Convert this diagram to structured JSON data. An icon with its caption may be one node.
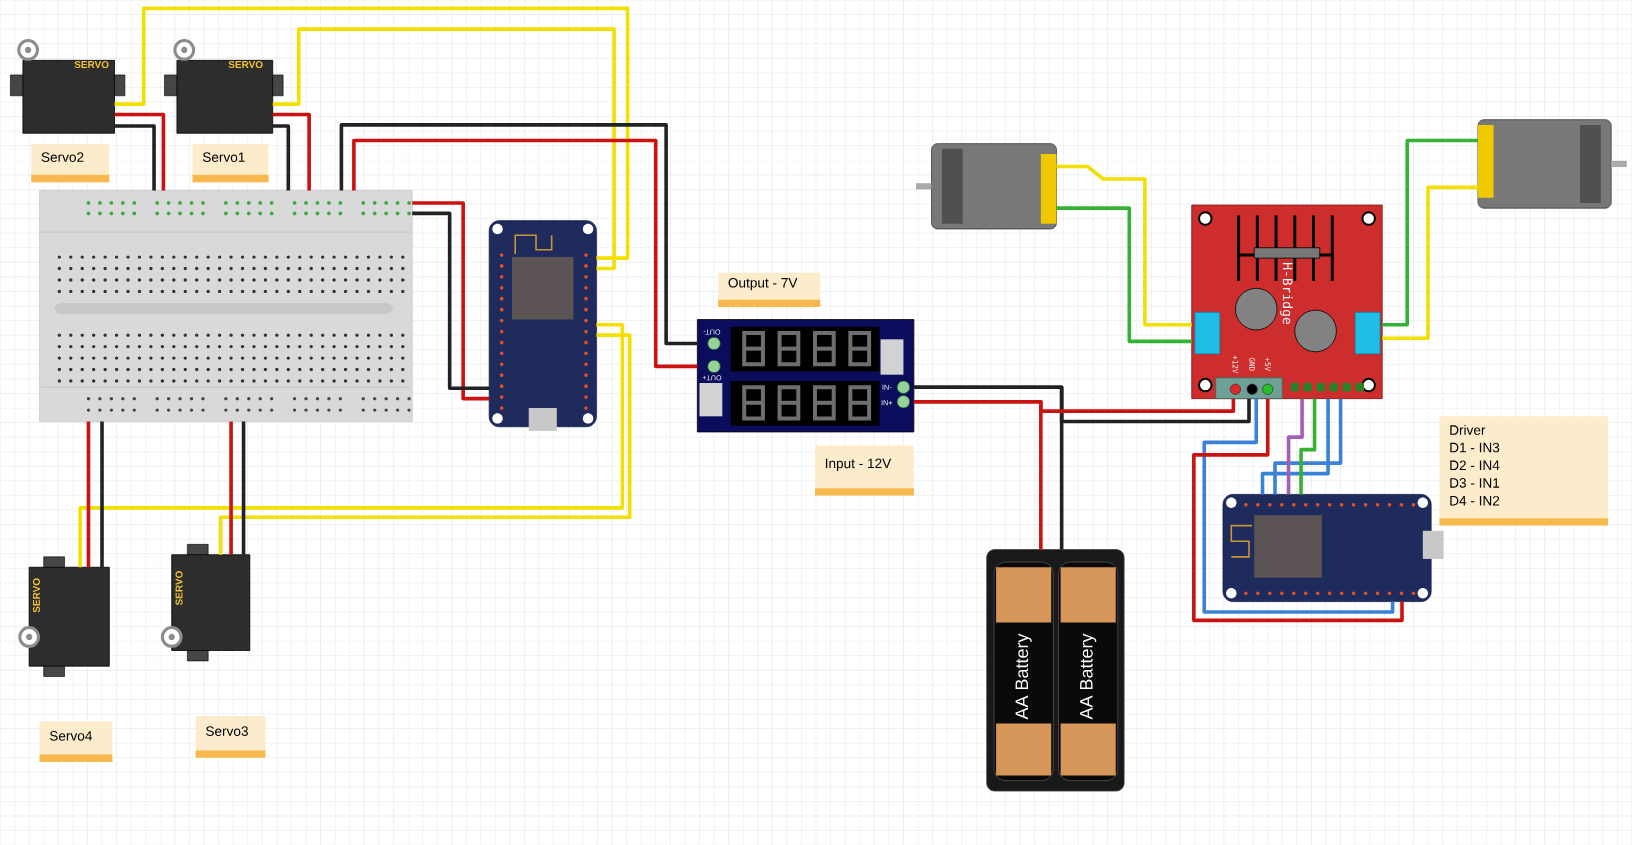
{
  "diagram": {
    "nodes": [
      {
        "text": [
          "SERVO"
        ]
      },
      {
        "text": [
          "SERVO"
        ]
      },
      {
        "text": [
          "Servo2"
        ]
      },
      {
        "text": [
          "Servo1"
        ]
      },
      {
        "text": [],
        "shape": "box"
      },
      {
        "text": [],
        "shape": "box"
      },
      {
        "text": [
          "Output - 7V"
        ]
      },
      {
        "text": [
          "OUT-",
          "OUT+",
          "IN-",
          "IN+"
        ]
      },
      {
        "text": [
          "Input - 12V"
        ]
      },
      {
        "text": [],
        "shape": "picture"
      },
      {
        "text": [],
        "shape": "picture"
      },
      {
        "text": [
          "H-Bridge",
          "+12V",
          "GND",
          "+5V"
        ]
      },
      {
        "text": [
          "Driver",
          "D1 - IN3",
          "D2 - IN4",
          "D3 - IN1",
          "D4 - IN2"
        ]
      },
      {
        "text": [],
        "shape": "box"
      },
      {
        "text": [
          "SERVO"
        ]
      },
      {
        "text": [
          "SERVO"
        ]
      },
      {
        "text": [
          "Servo4"
        ]
      },
      {
        "text": [
          "Servo3"
        ]
      },
      {
        "text": [],
        "shape": "box"
      },
      {
        "text": [
          "AA Battery"
        ],
        "in": 18
      },
      {
        "text": [
          "AA Battery"
        ],
        "in": 18
      }
    ],
    "edges": [
      {
        "from": 0,
        "to": 5,
        "arrow": "none",
        "color": "#f2e000"
      },
      {
        "from": 0,
        "to": 4,
        "arrow": "none",
        "color": "#cc1111"
      },
      {
        "from": 0,
        "to": 4,
        "arrow": "none",
        "color": "#222222"
      },
      {
        "from": 1,
        "to": 5,
        "arrow": "none",
        "color": "#f2e000"
      },
      {
        "from": 1,
        "to": 4,
        "arrow": "none",
        "color": "#cc1111"
      },
      {
        "from": 1,
        "to": 4,
        "arrow": "none",
        "color": "#222222"
      },
      {
        "from": 4,
        "to": 7,
        "arrow": "none",
        "color": "#222222"
      },
      {
        "from": 4,
        "to": 7,
        "arrow": "none",
        "color": "#cc1111"
      },
      {
        "from": 4,
        "to": 5,
        "arrow": "none",
        "color": "#cc1111"
      },
      {
        "from": 4,
        "to": 5,
        "arrow": "none",
        "color": "#222222"
      },
      {
        "from": 14,
        "to": 5,
        "arrow": "none",
        "color": "#f2e000"
      },
      {
        "from": 14,
        "to": 4,
        "arrow": "none",
        "color": "#cc1111"
      },
      {
        "from": 14,
        "to": 4,
        "arrow": "none",
        "color": "#222222"
      },
      {
        "from": 15,
        "to": 5,
        "arrow": "none",
        "color": "#f2e000"
      },
      {
        "from": 15,
        "to": 4,
        "arrow": "none",
        "color": "#cc1111"
      },
      {
        "from": 15,
        "to": 4,
        "arrow": "none",
        "color": "#222222"
      },
      {
        "from": 7,
        "to": 18,
        "arrow": "none",
        "color": "#222222"
      },
      {
        "from": 7,
        "to": 11,
        "arrow": "none",
        "color": "#222222"
      },
      {
        "from": 7,
        "to": 11,
        "arrow": "none",
        "color": "#cc1111"
      },
      {
        "from": 7,
        "to": 18,
        "arrow": "none",
        "color": "#cc1111"
      },
      {
        "from": 11,
        "to": 13,
        "arrow": "none",
        "color": "#3b82d6"
      },
      {
        "from": 11,
        "to": 13,
        "arrow": "none",
        "color": "#3b82d6"
      },
      {
        "from": 11,
        "to": 13,
        "arrow": "none",
        "color": "#a25fb8"
      },
      {
        "from": 11,
        "to": 13,
        "arrow": "none",
        "color": "#33b233"
      },
      {
        "from": 11,
        "to": 13,
        "arrow": "none",
        "color": "#3b82d6"
      },
      {
        "from": 11,
        "to": 13,
        "arrow": "none",
        "color": "#cc1111"
      },
      {
        "from": 9,
        "to": 11,
        "arrow": "none",
        "color": "#f2e000"
      },
      {
        "from": 9,
        "to": 11,
        "arrow": "none",
        "color": "#33b233"
      },
      {
        "from": 10,
        "to": 11,
        "arrow": "none",
        "color": "#33b233"
      },
      {
        "from": 10,
        "to": 11,
        "arrow": "none",
        "color": "#f2e000"
      }
    ]
  }
}
